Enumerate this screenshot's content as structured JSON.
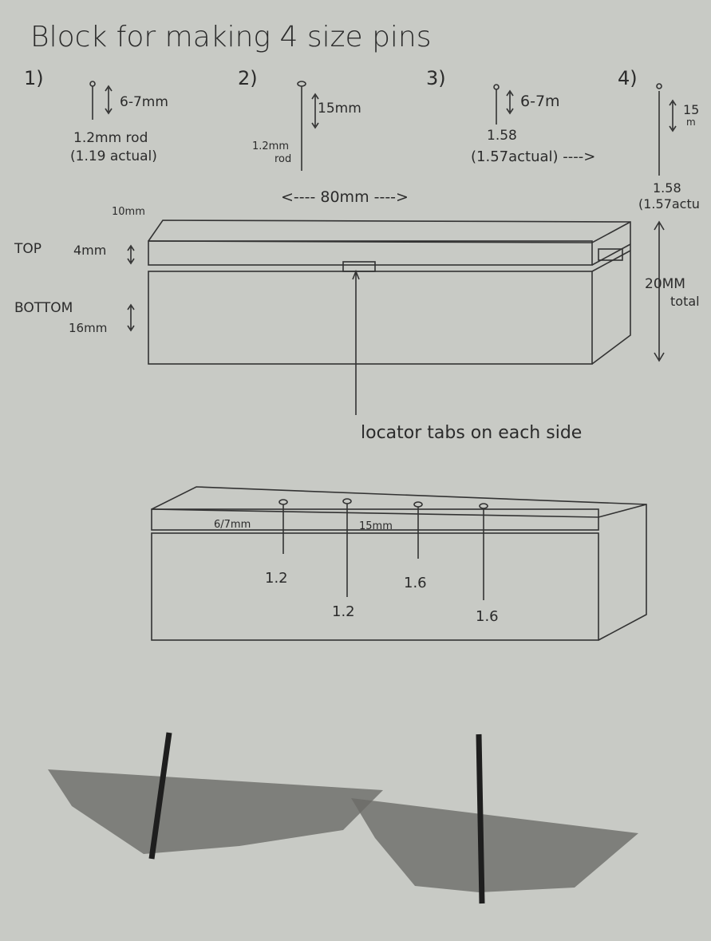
{
  "title": "Block for making 4 size pins",
  "pins": [
    {
      "number": "1)",
      "length": "6-7mm",
      "rod": "1.2mm rod",
      "actual": "(1.19 actual)"
    },
    {
      "number": "2)",
      "length": "15mm",
      "rod": "1.2mm",
      "rod2": "rod"
    },
    {
      "number": "3)",
      "length": "6-7m",
      "rod": "1.58",
      "actual": "(1.57actual) ---->"
    },
    {
      "number": "4)",
      "length": "15",
      "length2": "m",
      "rod": "1.58",
      "actual": "(1.57actu"
    }
  ],
  "block": {
    "width": "<---- 80mm ---->",
    "depth": "10mm",
    "top_label": "TOP",
    "top_height": "4mm",
    "bottom_label": "BOTTOM",
    "bottom_height": "16mm",
    "total": "20MM",
    "total2": "total",
    "locator_note": "locator tabs on each side"
  },
  "assembled": {
    "short_label": "6/7mm",
    "long_label": "15mm",
    "sizes": [
      "1.2",
      "1.2",
      "1.6",
      "1.6"
    ]
  }
}
